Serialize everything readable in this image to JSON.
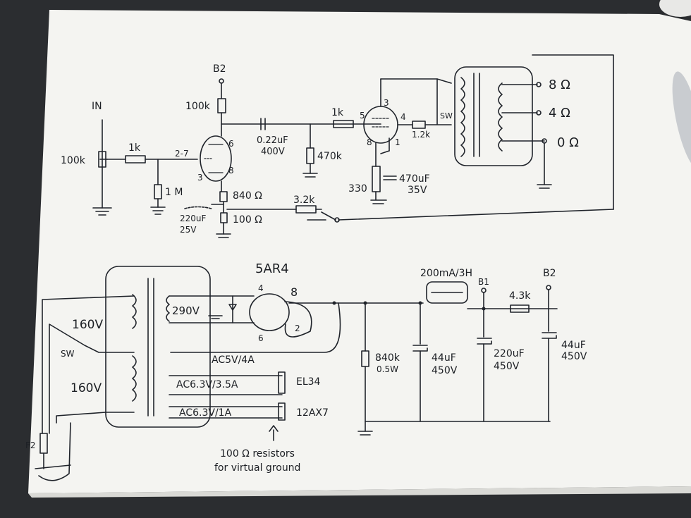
{
  "colors": {
    "desk": "#2b2d30",
    "paper": "#f5f5f2",
    "ink": "#1f232a"
  },
  "amp": {
    "input_label": "IN",
    "volume_pot": "100k",
    "grid_stopper": "1k",
    "grid_leak": "1 M",
    "preamp_pins": "2-7",
    "preamp_pin_6": "6",
    "preamp_pin_8": "8",
    "preamp_pin_3": "3",
    "b2_label": "B2",
    "plate_load": "100k",
    "cathode_resistor": "840 Ω",
    "cathode_cap_value": "220uF",
    "cathode_cap_voltage": "25V",
    "feedback_resistor": "100 Ω",
    "coupling_cap_value": "0.22uF",
    "coupling_cap_voltage": "400V",
    "power_grid_leak": "470k",
    "power_grid_stopper": "1k",
    "power_pin_5": "5",
    "power_pin_3": "3",
    "power_pin_8": "8",
    "power_pin_1": "1",
    "power_pin_4": "4",
    "screen_resistor": "1.2k",
    "screen_switch": "SW",
    "power_cathode_resistor": "330",
    "power_cathode_cap_value": "470uF",
    "power_cathode_cap_voltage": "35V",
    "nfb_resistor": "3.2k",
    "tap_8": "8 Ω",
    "tap_4": "4 Ω",
    "tap_0": "0 Ω"
  },
  "psu": {
    "rectifier_label": "5AR4",
    "rect_pin_4": "4",
    "rect_pin_8": "8",
    "rect_pin_6": "6",
    "rect_pin_2": "2",
    "primary_top": "160V",
    "primary_switch": "SW",
    "primary_bottom": "160V",
    "secondary_hv": "290V",
    "winding_rect_heater": "AC5V/4A",
    "winding_el34": "AC6.3V/3.5A",
    "winding_12ax7": "AC6.3V/1A",
    "tube_el34": "EL34",
    "tube_12ax7": "12AX7",
    "bleeder_resistor": "840k",
    "bleeder_power": "0.5W",
    "cap1_value": "44uF",
    "cap1_voltage": "450V",
    "choke_label": "200mA/3H",
    "b1_label": "B1",
    "cap2_value": "220uF",
    "cap2_voltage": "450V",
    "dropping_resistor": "4.3k",
    "b2_label": "B2",
    "cap3_value": "44uF",
    "cap3_voltage": "450V",
    "fuse_label": "F2",
    "note_line1": "100 Ω resistors",
    "note_line2": "for virtual ground"
  }
}
